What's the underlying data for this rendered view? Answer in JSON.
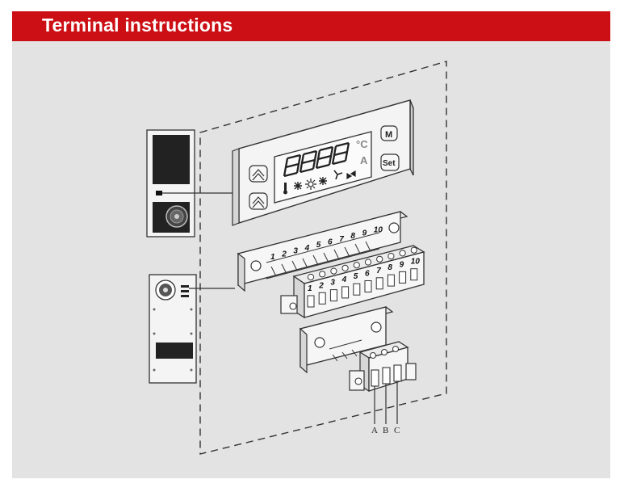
{
  "header": {
    "title": "Terminal instructions"
  },
  "colors": {
    "banner": "#cc0f14",
    "background": "#e3e3e3",
    "line": "#333333"
  },
  "controller": {
    "temp_unit": "°C",
    "alarm_letter": "A",
    "menu_button": "M",
    "set_button": "Set",
    "digits": "8.8.8.8",
    "icons": [
      "thermometer-icon",
      "snowflake-icon",
      "sun-icon",
      "defrost-icon",
      "fan-icon",
      "valve-icon"
    ]
  },
  "terminal_block_1": {
    "numbers": [
      "1",
      "2",
      "3",
      "4",
      "5",
      "6",
      "7",
      "8",
      "9",
      "10"
    ]
  },
  "terminal_plug_1": {
    "numbers": [
      "1",
      "2",
      "3",
      "4",
      "5",
      "6",
      "7",
      "8",
      "9",
      "10"
    ]
  },
  "terminal_plug_2": {
    "labels": [
      "A",
      "B",
      "C"
    ]
  }
}
